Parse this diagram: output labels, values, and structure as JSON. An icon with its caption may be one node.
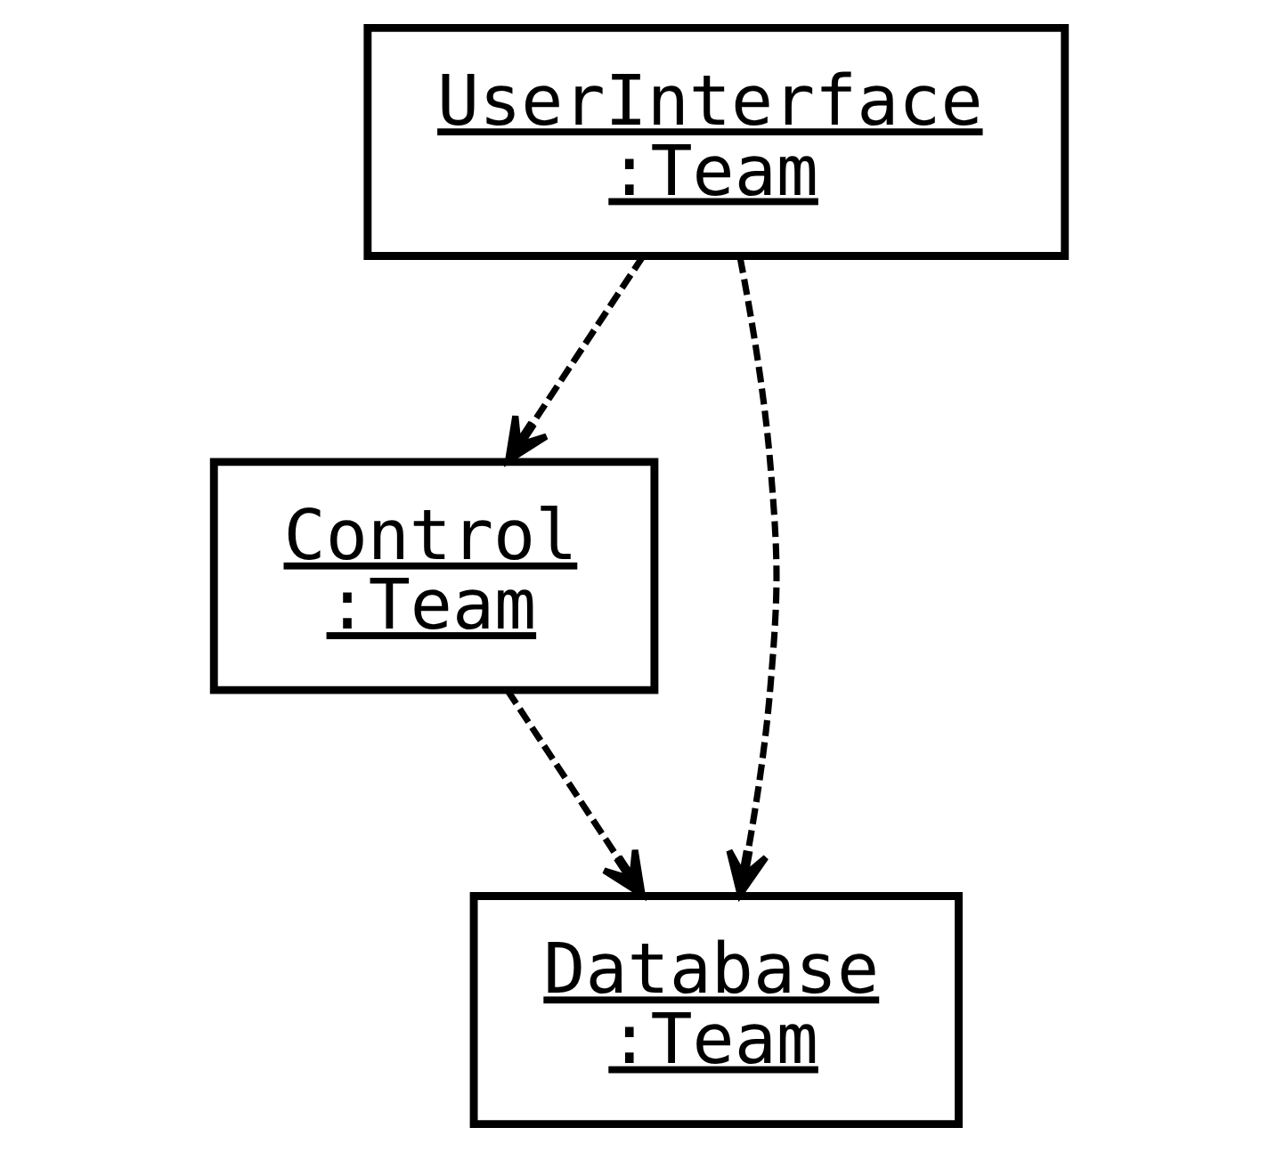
{
  "diagram": {
    "nodes": [
      {
        "text": [
          "UserInterface :Team"
        ]
      },
      {
        "text": [
          "Control :Team"
        ]
      },
      {
        "text": [
          "Database :Team"
        ]
      }
    ],
    "edges": [
      {
        "from": 0,
        "to": 2,
        "arrow": "to",
        "style": "dashed"
      },
      {
        "from": 0,
        "to": 1,
        "arrow": "to",
        "style": "dashed"
      },
      {
        "from": 1,
        "to": 2,
        "arrow": "to",
        "style": "dashed"
      }
    ]
  }
}
